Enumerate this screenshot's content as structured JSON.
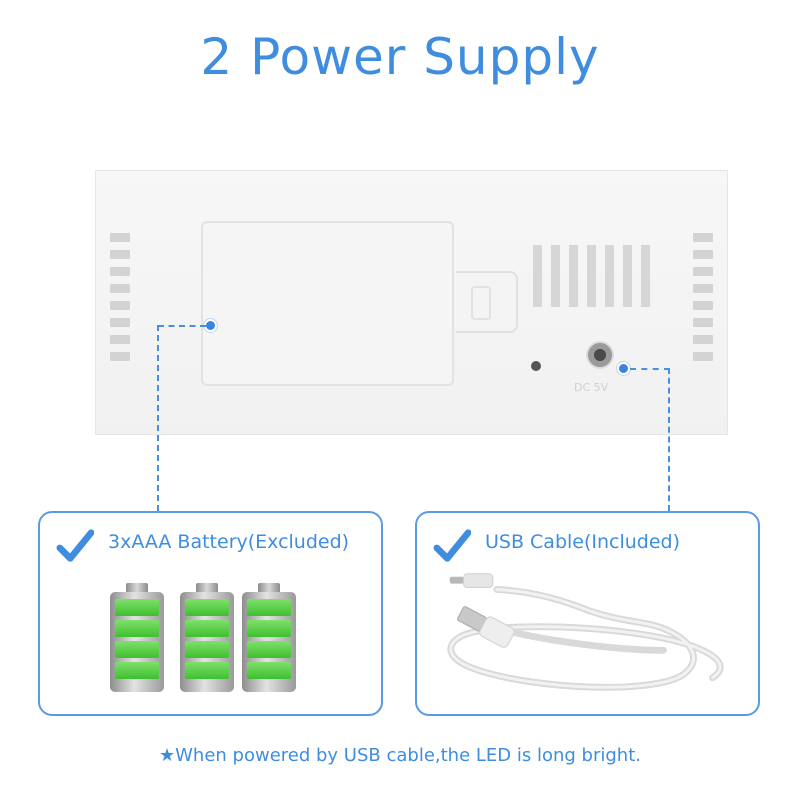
{
  "title": "2 Power Supply",
  "device": {
    "dc_label": "DC 5V"
  },
  "panels": {
    "battery": {
      "label": "3xAAA Battery(Excluded)",
      "battery_count": 3
    },
    "usb": {
      "label": "USB Cable(Included)"
    }
  },
  "footnote": "★When powered by USB cable,the LED is long bright.",
  "colors": {
    "accent": "#3f8ddf",
    "battery_green": "#3fbf2f"
  },
  "icons": [
    "check-icon",
    "battery-icon",
    "usb-cable-icon",
    "connector-dot-icon"
  ]
}
